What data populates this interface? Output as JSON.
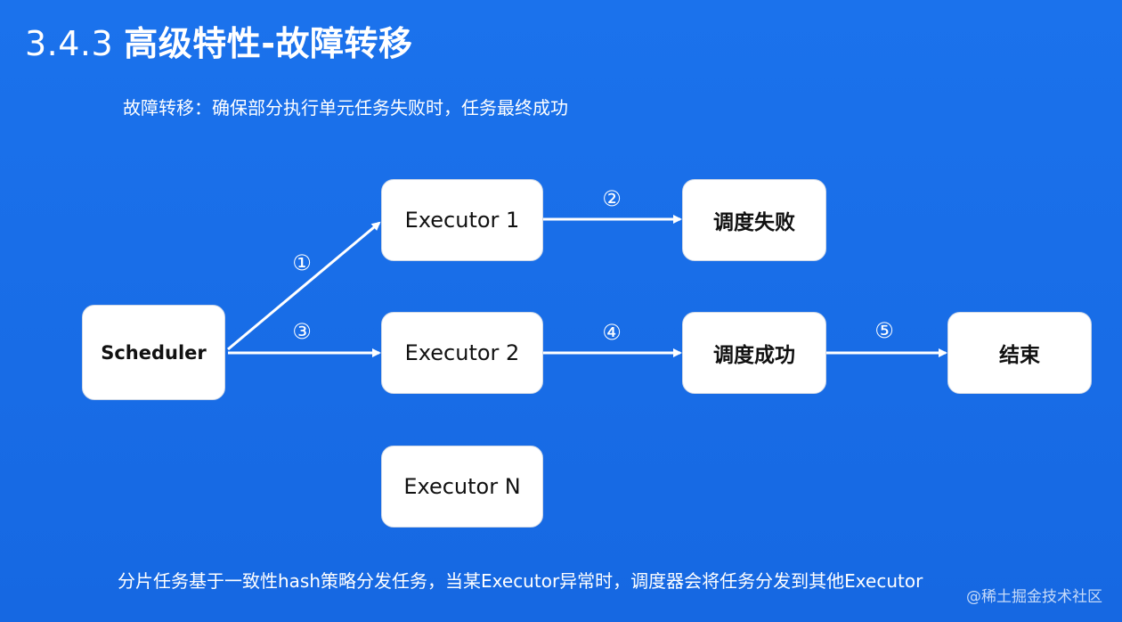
{
  "title": {
    "number": "3.4.3",
    "text": "高级特性-故障转移"
  },
  "subtitle": "故障转移：确保部分执行单元任务失败时，任务最终成功",
  "nodes": {
    "scheduler": "Scheduler",
    "executor1": "Executor 1",
    "executor2": "Executor 2",
    "executorN": "Executor N",
    "dispatch_failed": "调度失败",
    "dispatch_success": "调度成功",
    "end": "结束"
  },
  "steps": {
    "s1": "①",
    "s2": "②",
    "s3": "③",
    "s4": "④",
    "s5": "⑤"
  },
  "footer": "分片任务基于一致性hash策略分发任务，当某Executor异常时，调度器会将任务分发到其他Executor",
  "watermark": "@稀土掘金技术社区",
  "colors": {
    "background": "#1a6fe8",
    "node_fill": "#ffffff",
    "arrow": "#ffffff"
  }
}
